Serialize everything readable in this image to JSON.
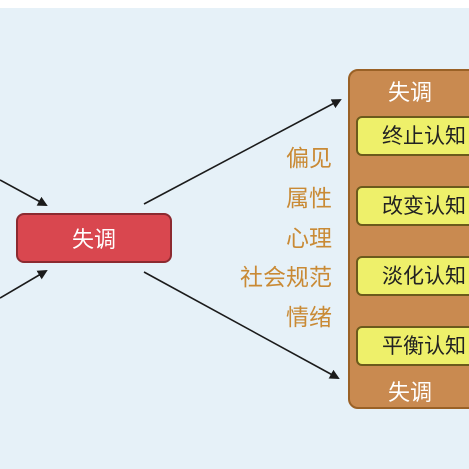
{
  "diagram": {
    "center_label": "失调",
    "factors": [
      "偏见",
      "属性",
      "心理",
      "社会规范",
      "情绪"
    ],
    "panel": {
      "top_label": "失调",
      "bottom_label": "失调",
      "items": [
        "终止认知",
        "改变认知",
        "淡化认知",
        "平衡认知"
      ]
    }
  },
  "colors": {
    "background": "#e6f1f8",
    "center_box": "#d9474f",
    "factor_text": "#c98a35",
    "panel": "#c98a50",
    "panel_item": "#eef06a"
  }
}
